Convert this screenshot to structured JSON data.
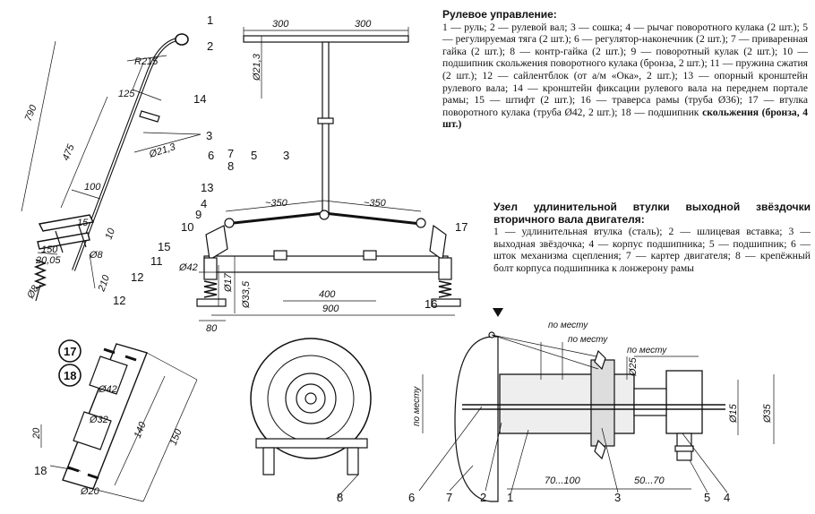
{
  "legend1": {
    "title": "Рулевое управление:",
    "body": "1 — руль; 2 — рулевой вал; 3 — сошка; 4 — рычаг поворотного кулака (2 шт.); 5 — регулируемая тяга (2 шт.); 6 — регулятор-наконечник (2 шт.); 7 — приваренная гайка (2 шт.); 8 — контр-гайка (2 шт.); 9 — поворотный кулак (2 шт.); 10 — подшипник скольжения поворотного кулака (бронза, 2 шт.); 11 — пружина сжатия (2 шт.); 12 — сайлентблок (от а/м «Ока», 2 шт.); 13 — опорный кронштейн рулевого вала; 14 — кронштейн фиксации рулевого вала на переднем портале рамы; 15 — штифт (2 шт.); 16 — траверса рамы (труба Ø36); 17 — втулка поворотного кулака (труба Ø42, 2 шт.); 18 — подшипник",
    "tail": "скольжения (бронза, 4 шт.)"
  },
  "legend2": {
    "title": "Узел удлинительной втулки выходной звёздочки вторичного вала двигателя:",
    "body": "1 — удлинительная втулка (сталь); 2 — шлицевая вставка; 3 — выходная звёздочка; 4 — корпус подшипника; 5 — подшипник; 6 — шток механизма сцепления; 7 — картер двигателя; 8 — крепёжный болт корпуса подшипника к лонжерону рамы"
  },
  "steering_shaft": {
    "callouts": [
      "1",
      "2",
      "14",
      "3",
      "13",
      "12"
    ],
    "dims": [
      "R215",
      "125",
      "790",
      "475",
      "Ø21,3",
      "100",
      "15",
      "10",
      "150",
      "20,05",
      "Ø8",
      "Ø8",
      "210"
    ]
  },
  "handlebar": {
    "dims": [
      "300",
      "300",
      "Ø21,3"
    ]
  },
  "front_axle": {
    "callouts": [
      "7",
      "8",
      "5",
      "3",
      "6",
      "13",
      "4",
      "9",
      "10",
      "15",
      "11",
      "12",
      "16",
      "17"
    ],
    "dims": [
      "~350",
      "~350",
      "Ø42",
      "Ø17",
      "Ø33,5",
      "400",
      "900",
      "80"
    ]
  },
  "bushing": {
    "callouts": [
      "17",
      "18",
      "18"
    ],
    "dims": [
      "Ø42",
      "Ø32",
      "140",
      "150",
      "20",
      "Ø20"
    ]
  },
  "wheel": {
    "callouts": [
      "8"
    ]
  },
  "sprocket_unit": {
    "notes": [
      "по месту",
      "по месту",
      "по месту",
      "по месту"
    ],
    "dims": [
      "Ø25",
      "Ø15",
      "Ø35",
      "70...100",
      "50...70"
    ],
    "callouts": [
      "6",
      "7",
      "2",
      "1",
      "3",
      "5",
      "4"
    ]
  }
}
